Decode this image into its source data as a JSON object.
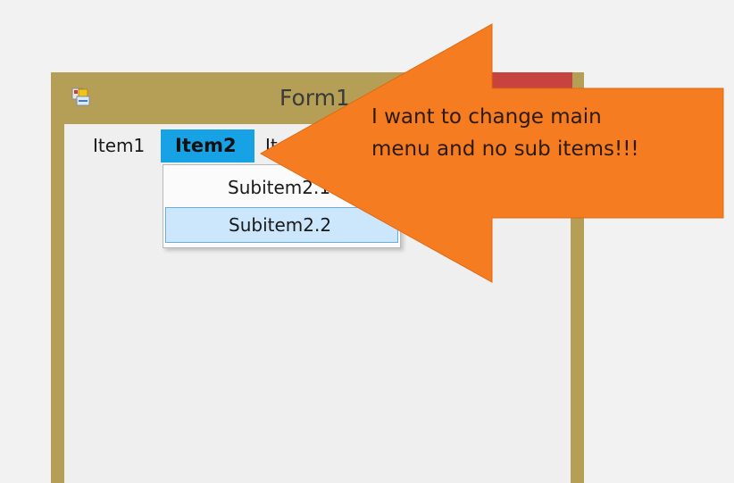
{
  "window": {
    "title": "Form1",
    "icon": "form-app-icon",
    "border_color": "#b59e55",
    "close_color": "#c7433d"
  },
  "menubar": {
    "items": [
      {
        "label": "Item1"
      },
      {
        "label": "Item2",
        "state": "open"
      },
      {
        "label": "Item3",
        "visible_text": "It"
      }
    ]
  },
  "dropdown": {
    "items": [
      {
        "label": "Subitem2.1"
      },
      {
        "label": "Subitem2.2",
        "state": "highlighted"
      }
    ]
  },
  "callout": {
    "text": "I want to change main menu and no sub items!!!",
    "color": "#f57c20"
  },
  "colors": {
    "menu_active": "#16a2e5",
    "highlight": "#cce6fb"
  }
}
